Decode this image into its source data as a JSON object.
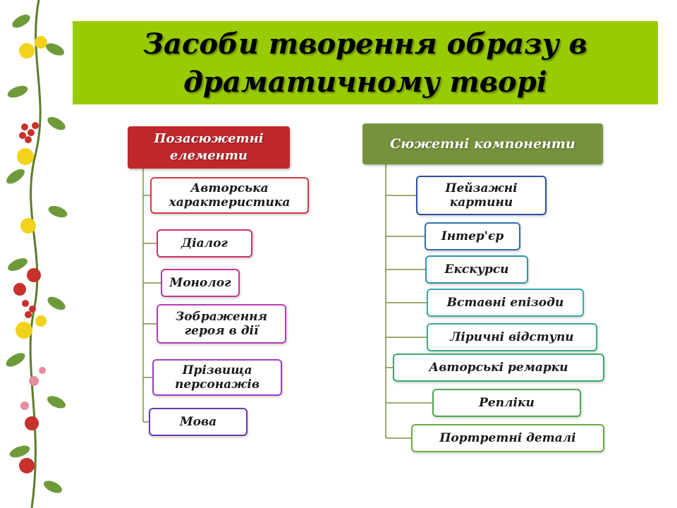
{
  "title": "Засоби творення образу в драматичному творі",
  "colors": {
    "title_band": "#99cc00",
    "left_header": "#c0282d",
    "right_header": "#76923c",
    "connector": "#76923c"
  },
  "left": {
    "header": "Позасюжетні елементи",
    "items": [
      "Авторська характеристика",
      "Діалог",
      "Монолог",
      "Зображення героя в дії",
      "Прізвища персонажів",
      "Мова"
    ]
  },
  "right": {
    "header": "Сюжетні компоненти",
    "items": [
      "Пейзажні картини",
      "Інтер'єр",
      "Екскурси",
      "Вставні епізоди",
      "Ліричні відступи",
      "Авторські ремарки",
      "Репліки",
      "Портретні деталі"
    ]
  },
  "decoration": {
    "border_icon": "floral-border-icon"
  }
}
